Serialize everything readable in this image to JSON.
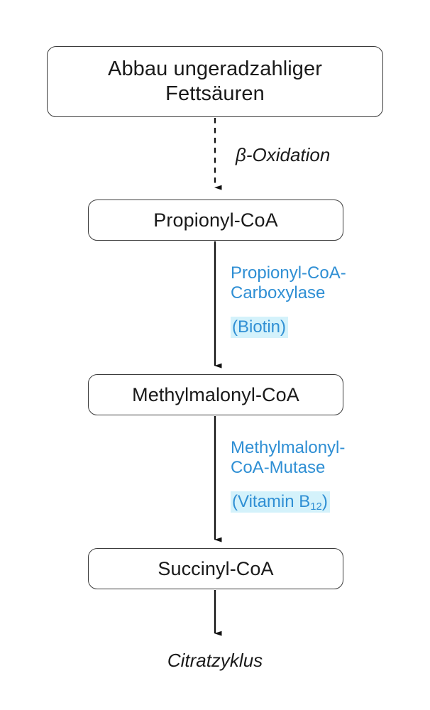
{
  "diagram": {
    "title_text": "Abbau ungeradzahliger Fettsäuren",
    "accent_color": "#2f8fd4",
    "highlight_color": "#d4f2fb",
    "line_color": "#1a1a1a",
    "box_border_color": "#3b3b3b",
    "background_color": "#ffffff"
  },
  "nodes": [
    {
      "id": "substrate",
      "label": "Abbau ungeradzahliger\nFettsäuren",
      "shape": "rounded-rect"
    },
    {
      "id": "propionyl-coa",
      "label": "Propionyl-CoA",
      "shape": "rounded-rect"
    },
    {
      "id": "methylmalonyl-coa",
      "label": "Methylmalonyl-CoA",
      "shape": "rounded-rect"
    },
    {
      "id": "succinyl-coa",
      "label": "Succinyl-CoA",
      "shape": "rounded-rect"
    }
  ],
  "edges": [
    {
      "id": "edge-beta-oxidation",
      "from": "substrate",
      "to": "propionyl-coa",
      "style": "dashed",
      "label": "β-Oxidation"
    },
    {
      "id": "edge-carboxylase",
      "from": "propionyl-coa",
      "to": "methylmalonyl-coa",
      "style": "solid",
      "enzyme": "Propionyl-CoA-\nCarboxylase",
      "cofactor_prefix": "(Biotin)",
      "cofactor_sub": "",
      "cofactor_suffix": ""
    },
    {
      "id": "edge-mutase",
      "from": "methylmalonyl-coa",
      "to": "succinyl-coa",
      "style": "solid",
      "enzyme": "Methylmalonyl-\nCoA-Mutase",
      "cofactor_prefix": "(Vitamin B",
      "cofactor_sub": "12",
      "cofactor_suffix": ")"
    },
    {
      "id": "edge-outflow",
      "from": "succinyl-coa",
      "to": "citratzyklus",
      "style": "solid",
      "label": ""
    }
  ],
  "outflow": {
    "label": "Citratzyklus"
  }
}
